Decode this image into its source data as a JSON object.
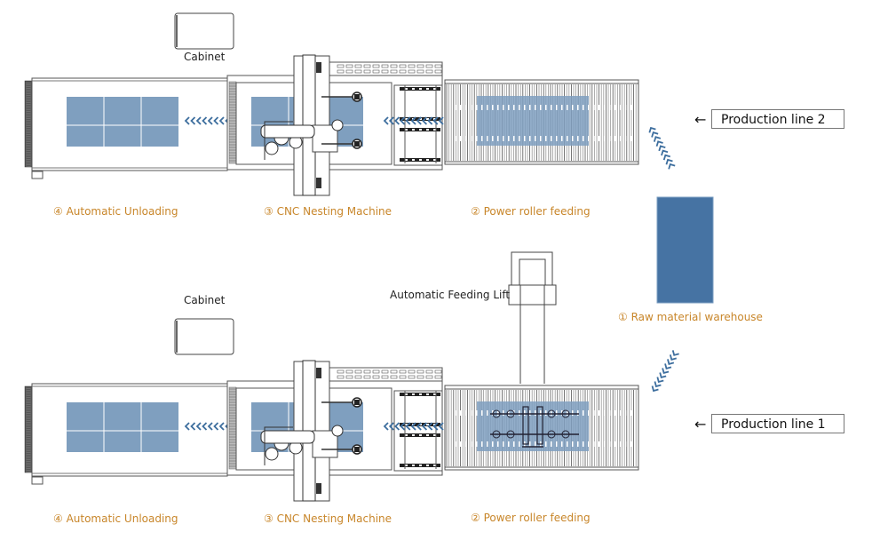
{
  "colors": {
    "panel_blue": "#7f9fbf",
    "warehouse_blue": "#4673a3",
    "arrow_blue": "#3d6e9e",
    "label_orange": "#c8862a",
    "line": "#333333"
  },
  "lines": [
    {
      "id": "line2",
      "production_label": "Production line 2",
      "cabinet_label": "Cabinet",
      "steps": {
        "unloading": "④ Automatic Unloading",
        "cnc": "③ CNC Nesting Machine",
        "feeding": "② Power roller feeding"
      }
    },
    {
      "id": "line1",
      "production_label": "Production line 1",
      "cabinet_label": "Cabinet",
      "steps": {
        "unloading": "④ Automatic Unloading",
        "cnc": "③ CNC Nesting Machine",
        "feeding": "② Power roller feeding"
      },
      "lift_label": "Automatic Feeding Lift"
    }
  ],
  "warehouse": {
    "label": "① Raw material warehouse"
  },
  "icons": {
    "chevron_flow": "‹",
    "arrow_left": "←"
  }
}
